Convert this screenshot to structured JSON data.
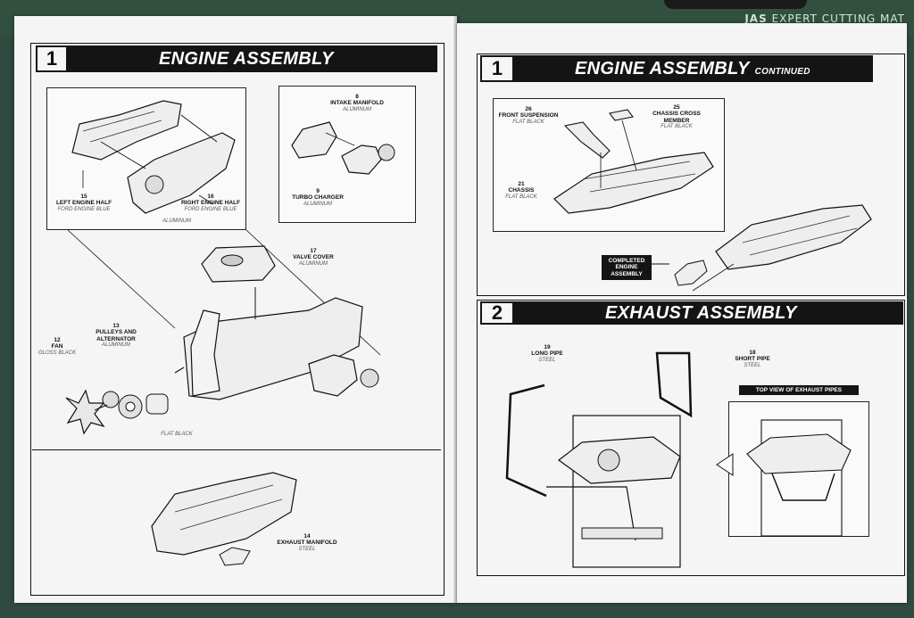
{
  "mat": {
    "brand": "JAS",
    "text": "EXPERT CUTTING MAT"
  },
  "left_page": {
    "step_number": "1",
    "title": "ENGINE ASSEMBLY",
    "parts": [
      {
        "num": "15",
        "name": "LEFT ENGINE HALF",
        "color": "FORD ENGINE BLUE"
      },
      {
        "num": "16",
        "name": "RIGHT ENGINE HALF",
        "color": "FORD ENGINE BLUE"
      },
      {
        "num": "",
        "name": "",
        "color": "ALUMINUM"
      },
      {
        "num": "8",
        "name": "INTAKE MANIFOLD",
        "color": "ALUMINUM"
      },
      {
        "num": "9",
        "name": "TURBO CHARGER",
        "color": "ALUMINUM"
      },
      {
        "num": "17",
        "name": "VALVE COVER",
        "color": "ALUMINUM"
      },
      {
        "num": "12",
        "name": "FAN",
        "color": "GLOSS BLACK"
      },
      {
        "num": "13",
        "name": "PULLEYS AND ALTERNATOR",
        "color": "ALUMINUM"
      },
      {
        "num": "",
        "name": "",
        "color": "FLAT BLACK"
      },
      {
        "num": "14",
        "name": "EXHAUST MANIFOLD",
        "color": "STEEL"
      }
    ]
  },
  "right_page": {
    "step1_number": "1",
    "step1_title": "ENGINE ASSEMBLY",
    "step1_continued": "CONTINUED",
    "step1_parts": [
      {
        "num": "26",
        "name": "FRONT SUSPENSION",
        "color": "FLAT BLACK"
      },
      {
        "num": "25",
        "name": "CHASSIS CROSS MEMBER",
        "color": "FLAT BLACK"
      },
      {
        "num": "21",
        "name": "CHASSIS",
        "color": "FLAT BLACK"
      }
    ],
    "completed_tag": "COMPLETED ENGINE ASSEMBLY",
    "step2_number": "2",
    "step2_title": "EXHAUST ASSEMBLY",
    "step2_parts": [
      {
        "num": "19",
        "name": "LONG PIPE",
        "color": "STEEL"
      },
      {
        "num": "18",
        "name": "SHORT PIPE",
        "color": "STEEL"
      }
    ],
    "top_view_tag": "TOP VIEW OF EXHAUST PIPES"
  }
}
